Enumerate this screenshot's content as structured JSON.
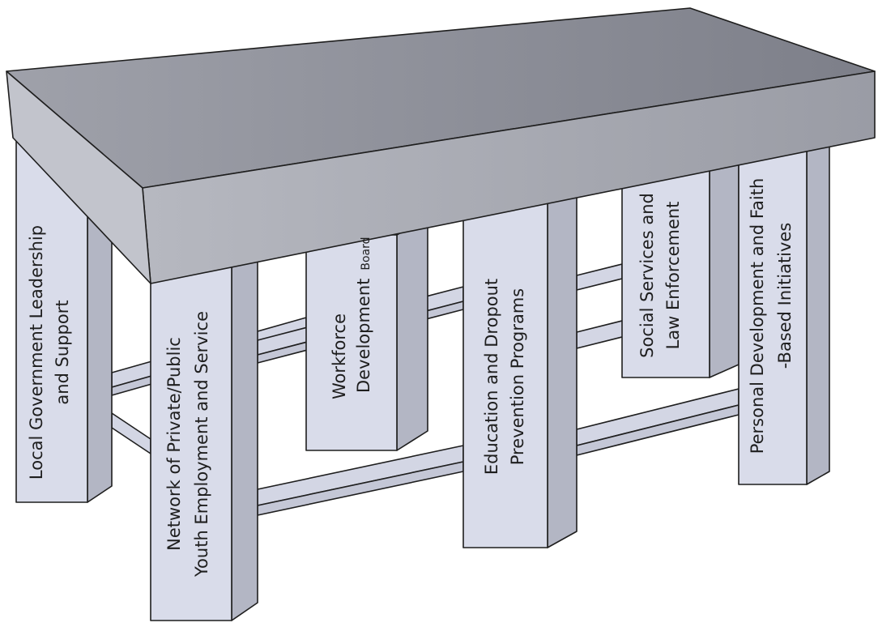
{
  "diagram": {
    "pillars": [
      {
        "id": "local-government",
        "lines": [
          "Local Government Leadership",
          "and Support"
        ]
      },
      {
        "id": "network-private-public",
        "lines": [
          "Network of Private/Public",
          "Youth Employment and Service"
        ]
      },
      {
        "id": "workforce-development",
        "lines": [
          "Workforce",
          "Development"
        ],
        "suffix": "Board"
      },
      {
        "id": "education-dropout",
        "lines": [
          "Education and Dropout",
          "Prevention Programs"
        ]
      },
      {
        "id": "social-services",
        "lines": [
          "Social Services and",
          "Law Enforcement"
        ]
      },
      {
        "id": "personal-development",
        "lines": [
          "Personal Development and Faith",
          "-Based Initiatives"
        ]
      }
    ],
    "colors": {
      "tabletop_top": "#8a8c95",
      "tabletop_front": "#a4a6ae",
      "leg_face": "#d9dcea",
      "leg_side": "#b3b6c4",
      "rail": "#d3d6e4",
      "outline": "#1e1e1e"
    }
  }
}
